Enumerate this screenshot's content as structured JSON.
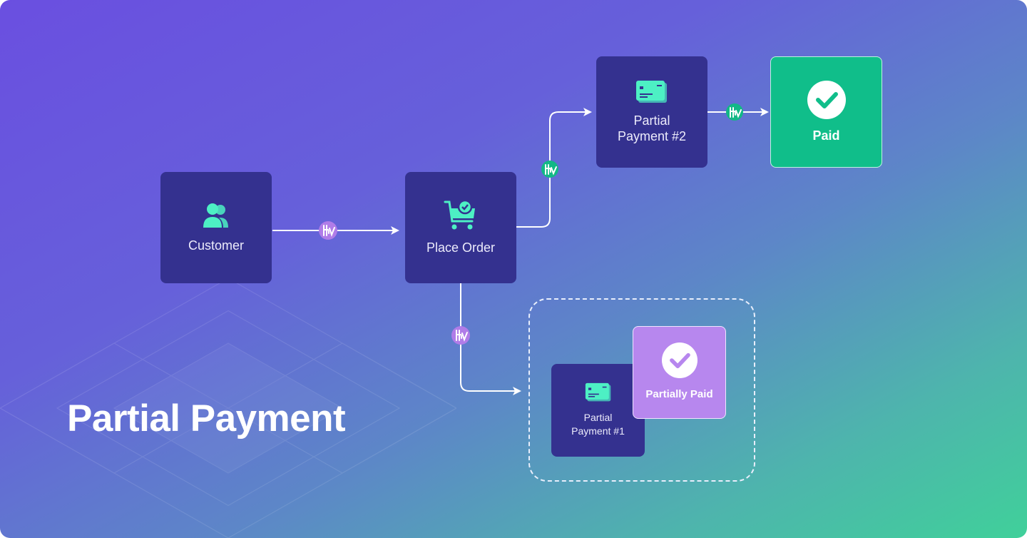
{
  "title": "Partial Payment",
  "nodes": {
    "customer": "Customer",
    "place_order": "Place Order",
    "partial_payment_2": "Partial Payment #2",
    "paid": "Paid",
    "partial_payment_1": "Partial Payment #1",
    "partially_paid": "Partially Paid"
  },
  "colors": {
    "node": "#34318f",
    "icon": "#4df0c4",
    "paid": "#10be8a",
    "partially_paid": "#b787ee",
    "badge_purple": "#b07ce8",
    "badge_green": "#12b886"
  }
}
